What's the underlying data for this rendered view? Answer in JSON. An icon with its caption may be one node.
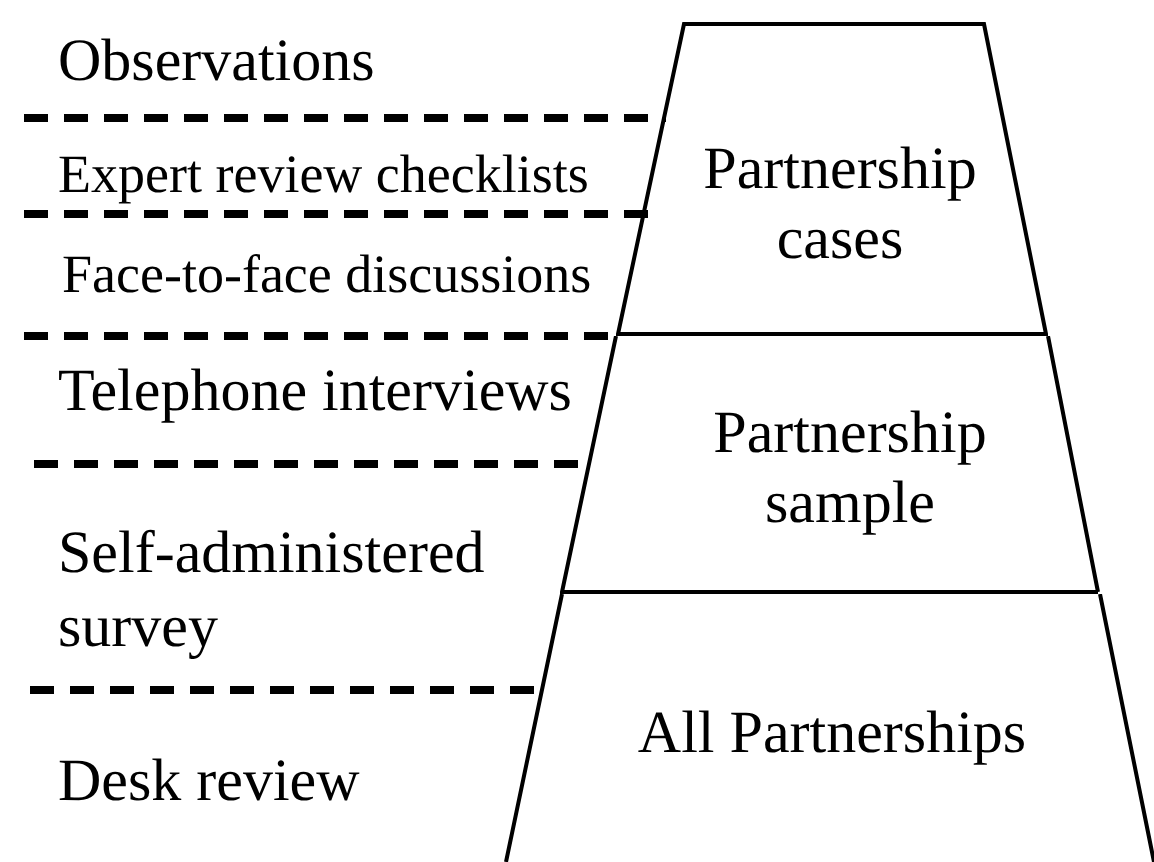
{
  "diagram": {
    "nodes": [
      {
        "text": [
          "Partnership cases"
        ]
      },
      {
        "text": [
          "Partnership sample"
        ]
      },
      {
        "text": [
          "All Partnerships"
        ]
      }
    ],
    "labels": [
      "Observations",
      "Expert review checklists",
      "Face-to-face discussions",
      "Telephone interviews",
      "Self-administered survey",
      "Desk review"
    ]
  }
}
